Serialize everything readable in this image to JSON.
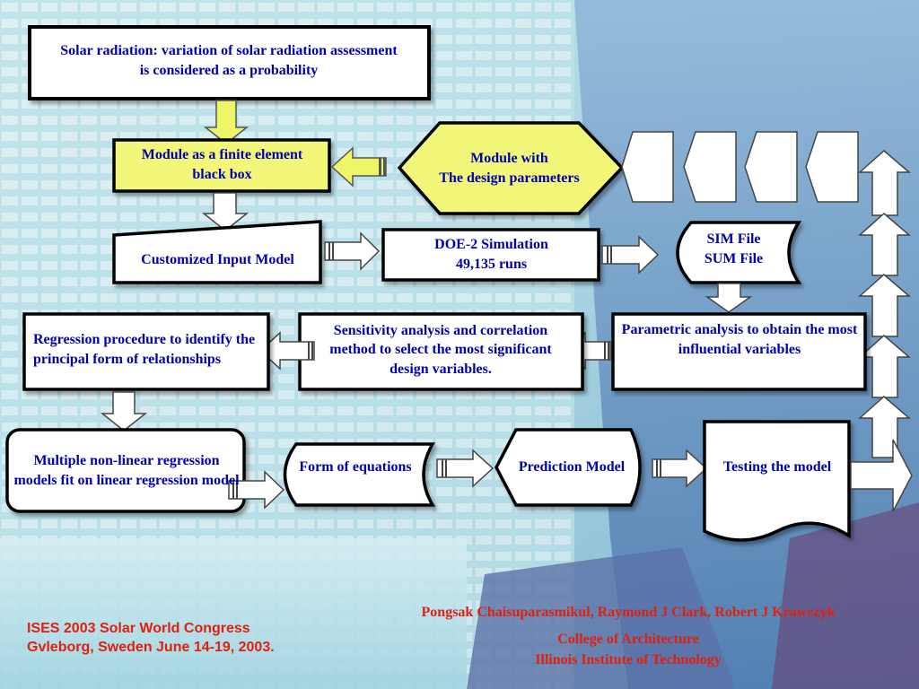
{
  "nodes": {
    "solar_radiation": "Solar radiation: variation of solar radiation assessment is considered as a probability",
    "finite_element": "Module as a finite element black box",
    "design_params_line1": "Module with",
    "design_params_line2": "The design parameters",
    "customized_input": "Customized Input Model",
    "doe2_line1": "DOE-2 Simulation",
    "doe2_line2": "49,135 runs",
    "sim_line1": "SIM File",
    "sim_line2": "SUM File",
    "regression": "Regression procedure to identify the principal form of relationships",
    "sensitivity": "Sensitivity analysis and correlation method to select the most significant design variables.",
    "parametric": "Parametric analysis to obtain the most influential variables",
    "multiple_regression": "Multiple non-linear regression models fit on linear regression model",
    "form_equations": "Form of equations",
    "prediction_model": "Prediction Model",
    "testing_model": "Testing the model"
  },
  "footer": {
    "conference_line1": "ISES 2003 Solar World Congress",
    "conference_line2": "Gvleborg, Sweden June 14-19, 2003.",
    "authors": "Pongsak Chaisuparasmikul, Raymond J Clark, Robert J Krawczyk",
    "college": "College of Architecture",
    "institute": "Illinois Institute of Technology"
  },
  "colors": {
    "node_text": "#0000b0",
    "footer_text": "#e02010",
    "highlight_fill": "#f2f77a",
    "highlight_arrow": "#eef566"
  }
}
